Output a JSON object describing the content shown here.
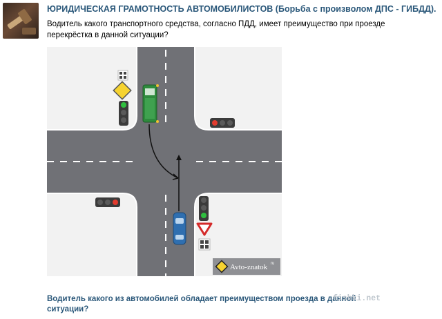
{
  "post": {
    "group_title": "ЮРИДИЧЕСКАЯ ГРАМОТНОСТЬ АВТОМОБИЛИСТОВ (Борьба с произволом ДПС - ГИБДД).",
    "text": "Водитель какого транспортного средства, согласно ПДД, имеет преимущество при проезде перекрёстка в данной ситуации?",
    "question": "Водитель какого из автомобилей обладает преимуществом проезда в данной ситуации?",
    "watermark": "fishki.net"
  },
  "illustration": {
    "brand": "Avto-znatok",
    "brand_sup": "ru",
    "colors": {
      "asphalt": "#707176",
      "sidewalk": "#f2f2f2",
      "bus": "#2e8b3d",
      "car": "#2f6fb0",
      "priority_sign": "#f6d330"
    }
  }
}
